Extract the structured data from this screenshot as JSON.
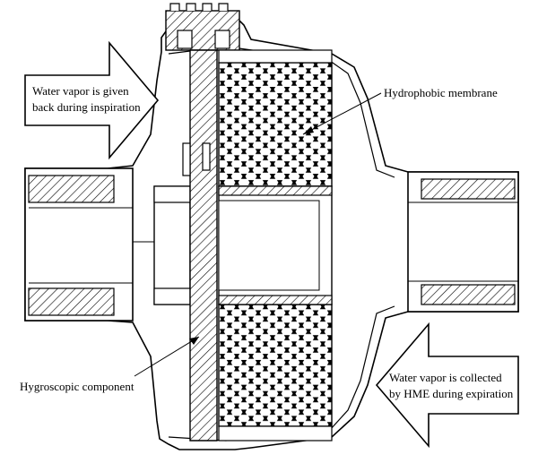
{
  "labels": {
    "inspiration_line1": "Water vapor is given",
    "inspiration_line2": "back during inspiration",
    "hydrophobic": "Hydrophobic membrane",
    "hygroscopic": "Hygroscopic component",
    "expiration_line1": "Water vapor is collected",
    "expiration_line2": "by HME during expiration"
  },
  "colors": {
    "stroke": "#000000",
    "fill": "#ffffff"
  }
}
